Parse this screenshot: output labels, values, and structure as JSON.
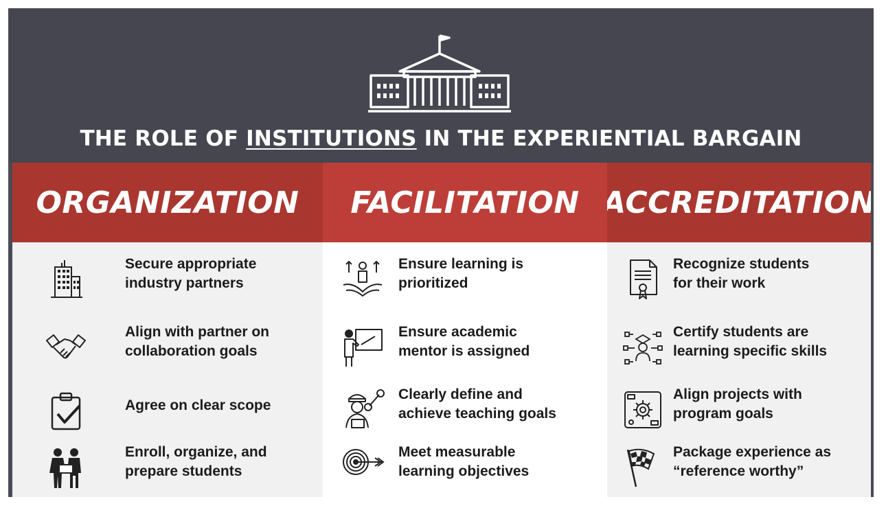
{
  "title": {
    "prefix": "THE ROLE OF ",
    "emphasis": "INSTITUTIONS",
    "suffix": " IN THE EXPERIENTIAL BARGAIN"
  },
  "columns": [
    {
      "heading": "ORGANIZATION",
      "color": "#a93730",
      "body_color": "#f1f1f1",
      "items": [
        {
          "icon": "office-building-icon",
          "line1": "Secure appropriate",
          "line2": "industry partners"
        },
        {
          "icon": "handshake-icon",
          "line1": "Align with partner on",
          "line2": "collaboration goals"
        },
        {
          "icon": "clipboard-check-icon",
          "line1": "Agree on clear scope",
          "line2": ""
        },
        {
          "icon": "students-icon",
          "line1": "Enroll, organize, and",
          "line2": "prepare students"
        }
      ]
    },
    {
      "heading": "FACILITATION",
      "color": "#bd3e39",
      "body_color": "#ffffff",
      "items": [
        {
          "icon": "hands-growth-icon",
          "line1": "Ensure learning is",
          "line2": "prioritized"
        },
        {
          "icon": "teacher-board-icon",
          "line1": "Ensure academic",
          "line2": "mentor is assigned"
        },
        {
          "icon": "engineer-wrench-icon",
          "line1": "Clearly define and",
          "line2": "achieve teaching goals"
        },
        {
          "icon": "target-arrow-icon",
          "line1": "Meet measurable",
          "line2": "learning objectives"
        }
      ]
    },
    {
      "heading": "ACCREDITATION",
      "color": "#a93730",
      "body_color": "#f1f1f1",
      "items": [
        {
          "icon": "certificate-icon",
          "line1": "Recognize students",
          "line2": "for their work"
        },
        {
          "icon": "graduate-network-icon",
          "line1": "Certify students are",
          "line2": "learning specific skills"
        },
        {
          "icon": "project-gears-icon",
          "line1": "Align projects with",
          "line2": "program goals"
        },
        {
          "icon": "checkered-flag-icon",
          "line1": "Package experience as",
          "line2": "“reference worthy”"
        }
      ]
    }
  ]
}
